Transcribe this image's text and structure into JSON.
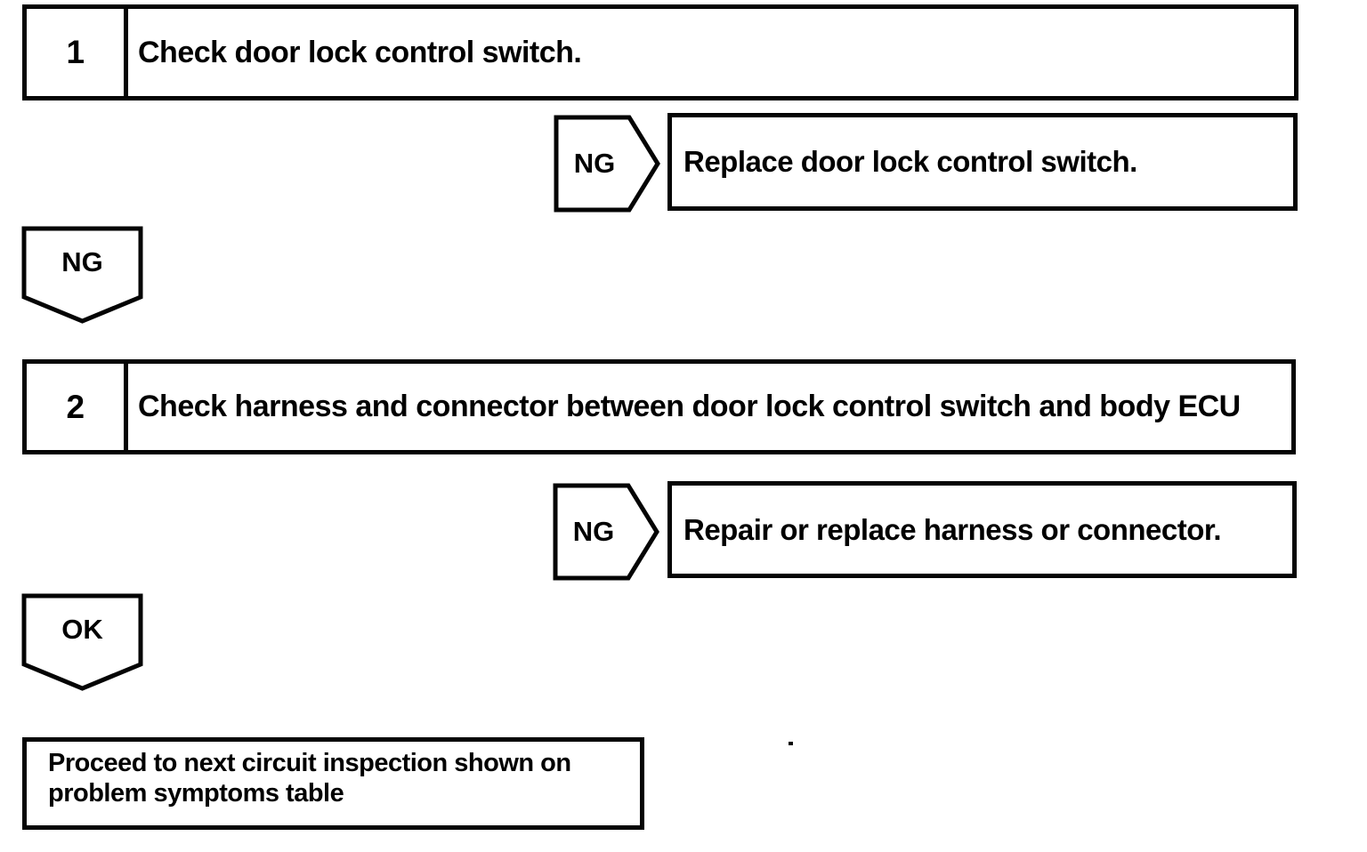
{
  "diagram": {
    "step1": {
      "number": "1",
      "label": "Check door lock control switch."
    },
    "branch1": {
      "tag": "NG",
      "action": "Replace door lock control switch."
    },
    "result1_tag": "NG",
    "step2": {
      "number": "2",
      "label": "Check harness and connector between door lock control switch and body ECU"
    },
    "branch2": {
      "tag": "NG",
      "action": "Repair or replace harness or connector."
    },
    "result2_tag": "OK",
    "terminal": {
      "lines": [
        "Proceed to next circuit inspection shown on",
        "problem symptoms table"
      ]
    },
    "colors": {
      "ink": "#000000",
      "paper": "#ffffff"
    }
  }
}
